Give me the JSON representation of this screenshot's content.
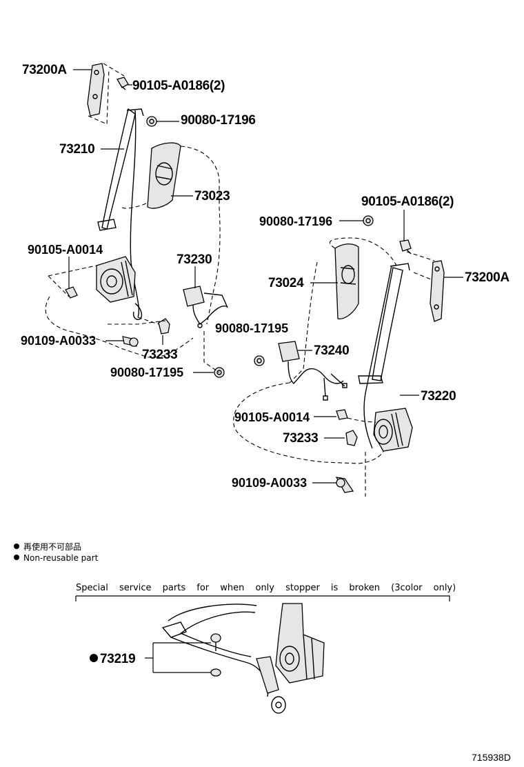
{
  "labels": {
    "l_73200A_left": "73200A",
    "l_90105_A0186_top": "90105-A0186(2)",
    "l_90080_17196_top": "90080-17196",
    "l_73210": "73210",
    "l_73023": "73023",
    "l_90105_A0014_left": "90105-A0014",
    "l_73230": "73230",
    "l_90080_17195_mid": "90080-17195",
    "l_90109_A0033_left": "90109-A0033",
    "l_73233_left": "73233",
    "l_90080_17195_left": "90080-17195",
    "l_90105_A0186_right": "90105-A0186(2)",
    "l_90080_17196_right": "90080-17196",
    "l_73200A_right": "73200A",
    "l_73024": "73024",
    "l_73240": "73240",
    "l_73220": "73220",
    "l_90105_A0014_right": "90105-A0014",
    "l_73233_right": "73233",
    "l_90109_A0033_right": "90109-A0033",
    "l_73219": "73219"
  },
  "legend": {
    "japanese": "再使用不可部品",
    "english": "Non-reusable part"
  },
  "special_note": "Special service parts for when only stopper is broken (3color only)",
  "figure_id": "715938D",
  "colors": {
    "ink": "#000000",
    "part_fill": "#e6e6e6",
    "background": "#ffffff"
  }
}
